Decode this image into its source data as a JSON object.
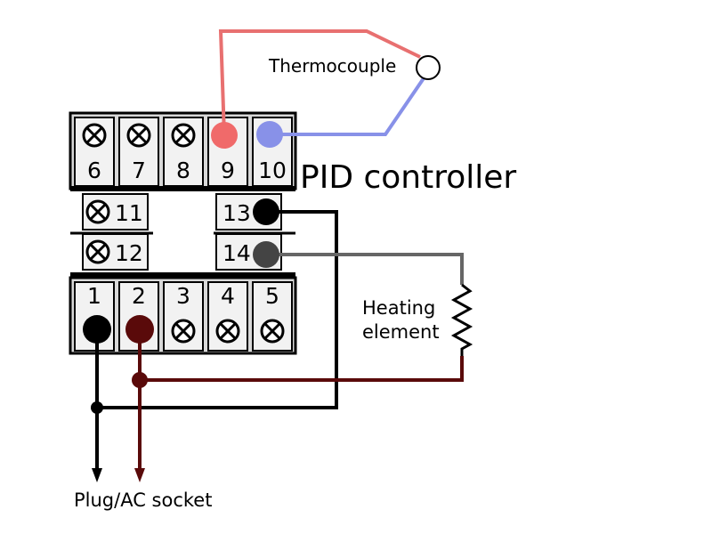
{
  "labels": {
    "thermocouple": "Thermocouple",
    "controller": "PID controller",
    "heating_line1": "Heating",
    "heating_line2": "element",
    "plug": "Plug/AC socket"
  },
  "terminals": {
    "top": [
      "6",
      "7",
      "8",
      "9",
      "10"
    ],
    "middle_left": [
      "11",
      "12"
    ],
    "middle_right": [
      "13",
      "14"
    ],
    "bottom": [
      "1",
      "2",
      "3",
      "4",
      "5"
    ]
  },
  "colors": {
    "thermo_positive": "#e87070",
    "thermo_negative": "#8891e8",
    "live": "#5a0a0a",
    "neutral": "#000000",
    "output_14": "#666666",
    "terminal_block": "#000000"
  }
}
